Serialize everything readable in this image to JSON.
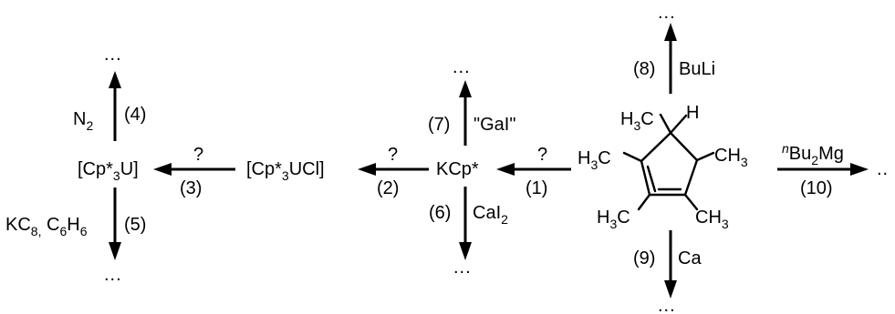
{
  "ellipsis": "...",
  "trailing_ellipsis": "..",
  "compounds": {
    "cp3u": {
      "main": "[Cp*",
      "sub": "3",
      "tail": "U]"
    },
    "cp3ucl": {
      "main": "[Cp*",
      "sub": "3",
      "tail": "UCl]"
    },
    "kcp": "KCp*",
    "cpstar_h": {
      "top_left": {
        "main": "H",
        "sub": "3",
        "tail": "C"
      },
      "top_right": "H",
      "left": {
        "main": "H",
        "sub": "3",
        "tail": "C"
      },
      "right": {
        "main": "CH",
        "sub": "3"
      },
      "bottom_left": {
        "main": "H",
        "sub": "3",
        "tail": "C"
      },
      "bottom_right": {
        "main": "CH",
        "sub": "3"
      }
    }
  },
  "reactions": {
    "r1": {
      "num": "(1)",
      "reagent": "?"
    },
    "r2": {
      "num": "(2)",
      "reagent": "?"
    },
    "r3": {
      "num": "(3)",
      "reagent": "?"
    },
    "r4": {
      "num": "(4)",
      "reagent": {
        "main": "N",
        "sub": "2"
      }
    },
    "r5": {
      "num": "(5)",
      "reagent": {
        "a": "KC",
        "a_sub": "8,",
        "b": " C",
        "b_sub": "6",
        "c": "H",
        "c_sub": "6"
      }
    },
    "r6": {
      "num": "(6)",
      "reagent": {
        "main": "CaI",
        "sub": "2"
      }
    },
    "r7": {
      "num": "(7)",
      "reagent": "\"GaI\""
    },
    "r8": {
      "num": "(8)",
      "reagent": "BuLi"
    },
    "r9": {
      "num": "(9)",
      "reagent": "Ca"
    },
    "r10": {
      "num": "(10)",
      "reagent": {
        "sup": "n",
        "main": "Bu",
        "sub": "2",
        "tail": "Mg"
      }
    }
  }
}
